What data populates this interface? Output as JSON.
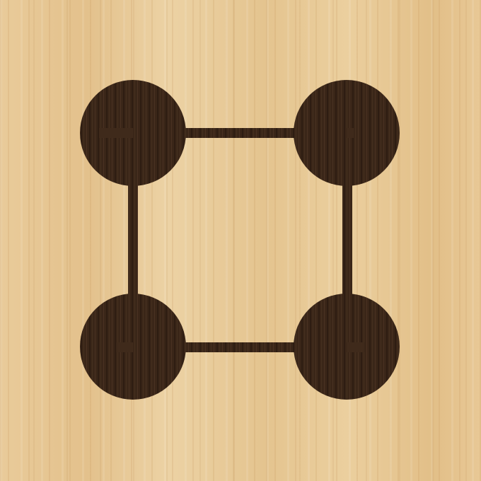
{
  "puzzle": {
    "nodes": [
      {
        "id": "top-left"
      },
      {
        "id": "top-right"
      },
      {
        "id": "bottom-left"
      },
      {
        "id": "bottom-right"
      }
    ],
    "connections": [
      {
        "from": "top-left",
        "to": "top-right"
      },
      {
        "from": "top-left",
        "to": "bottom-left"
      },
      {
        "from": "top-right",
        "to": "bottom-right"
      },
      {
        "from": "bottom-left",
        "to": "bottom-right"
      }
    ]
  },
  "colors": {
    "board": "#e8c896",
    "node": "#3a2618",
    "line": "#3a2618"
  }
}
